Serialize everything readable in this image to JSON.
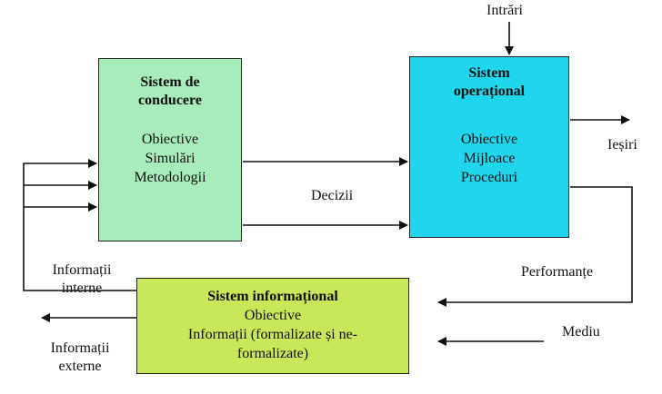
{
  "boxes": {
    "conducere": {
      "title_lines": [
        "Sistem de",
        "conducere"
      ],
      "lines": [
        "Obiective",
        "Simulări",
        "Metodologii"
      ],
      "color": "#a8ecbc"
    },
    "operational": {
      "title_lines": [
        "Sistem",
        "operațional"
      ],
      "lines": [
        "Obiective",
        "Mijloace",
        "Proceduri"
      ],
      "color": "#1fd6ec"
    },
    "informational": {
      "title": "Sistem informațional",
      "lines": [
        "Obiective",
        "Informații (formalizate și ne-",
        "formalizate)"
      ],
      "color": "#c8e85a"
    }
  },
  "labels": {
    "intrari": "Intrări",
    "iesiri": "Ieșiri",
    "decizii": "Decizii",
    "performante": "Performanțe",
    "mediu": "Mediu",
    "informatii_interne": [
      "Informații",
      "interne"
    ],
    "informatii_externe": [
      "Informații",
      "externe"
    ]
  }
}
